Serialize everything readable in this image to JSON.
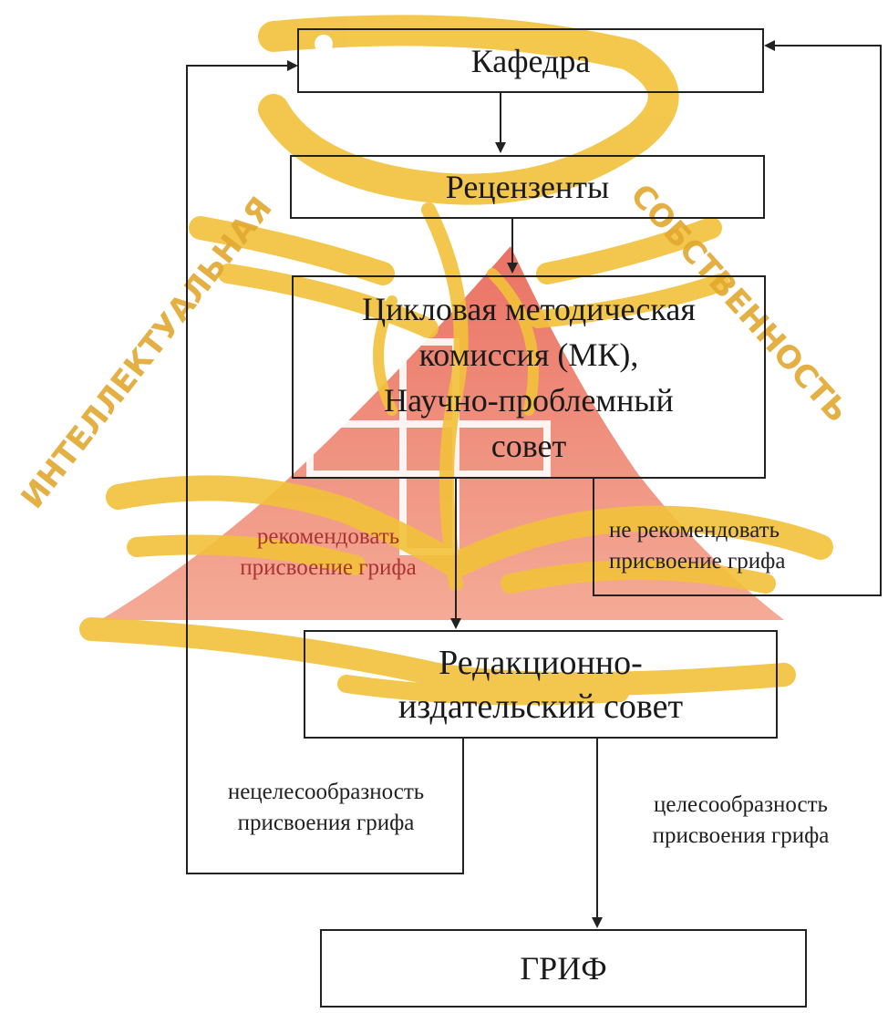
{
  "nodes": {
    "kafedra": "Кафедра",
    "retsenzenty": "Рецензенты",
    "mk_line1": "Цикловая методическая",
    "mk_line2": "комиссия (МК),",
    "mk_line3": "Научно-проблемный",
    "mk_line4": "совет",
    "ris_line1": "Редакционно-",
    "ris_line2": "издательский совет",
    "grif": "ГРИФ"
  },
  "edges": {
    "recommend_line1": "рекомендовать",
    "recommend_line2": "присвоение грифа",
    "not_recommend_line1": "не рекомендовать",
    "not_recommend_line2": "присвоение грифа",
    "inexpedient_line1": "нецелесообразность",
    "inexpedient_line2": "присвоения грифа",
    "expedient_line1": "целесообразность",
    "expedient_line2": "присвоения грифа"
  },
  "watermark": {
    "left_text": "ИНТЕЛЛЕКТУАЛЬНАЯ",
    "right_text": "СОБСТВЕННОСТЬ",
    "emblem": "medical-cross-book-emblem"
  },
  "colors": {
    "watermark_red": "#e5503f",
    "watermark_gold": "#f2c23a",
    "line": "#222222"
  }
}
